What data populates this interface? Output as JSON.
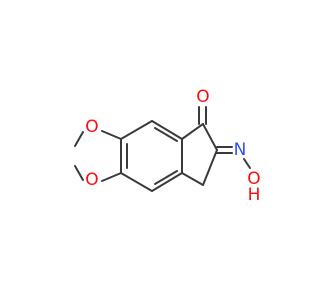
{
  "molecule": {
    "colors": {
      "bond": "#3a3a3a",
      "oxygen": "#ff0d0d",
      "nitrogen": "#3050f8"
    },
    "atoms": [
      {
        "id": "ketone-oxygen",
        "text": "O",
        "element": "O"
      },
      {
        "id": "dioxole-oxygen-top",
        "text": "O",
        "element": "O"
      },
      {
        "id": "dioxole-oxygen-bottom",
        "text": "O",
        "element": "O"
      },
      {
        "id": "oxime-nitrogen",
        "text": "N",
        "element": "N"
      },
      {
        "id": "hydroxyl-oxygen",
        "text": "O",
        "element": "O"
      },
      {
        "id": "hydroxyl-hydrogen",
        "text": "H",
        "element": "O"
      }
    ]
  }
}
